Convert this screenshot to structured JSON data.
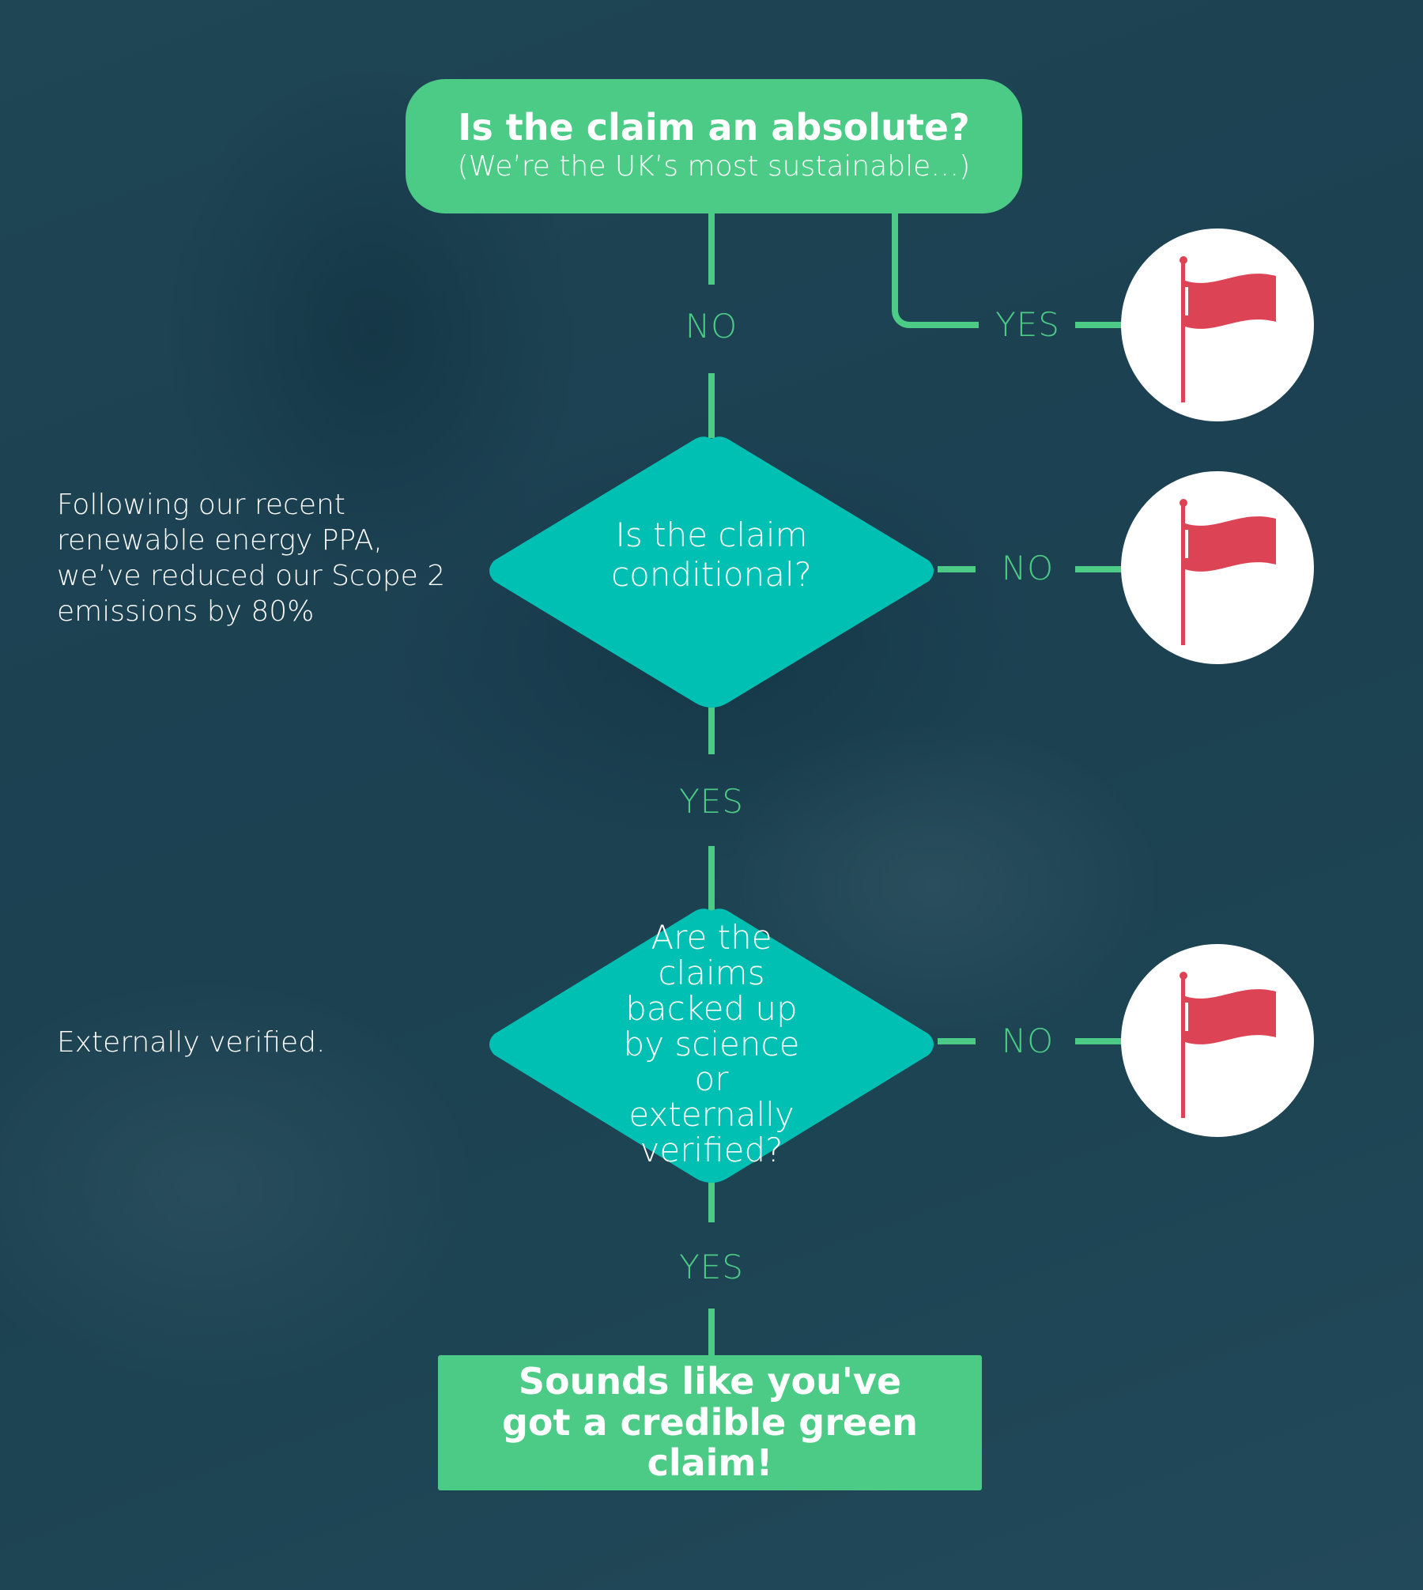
{
  "colors": {
    "background": "#1f4655",
    "connector": "#4ccb86",
    "box_green": "#4ccb86",
    "diamond_teal": "#00bfb3",
    "flag_red": "#dc4455",
    "flag_circle": "#ffffff",
    "text": "#ffffff"
  },
  "start_box": {
    "title": "Is the claim an absolute?",
    "subtitle": "(We’re the UK’s most sustainable…)"
  },
  "decisions": [
    {
      "question": "Is the claim conditional?",
      "example": "Following our recent renewable energy PPA, we’ve reduced our Scope 2 emissions by 80%"
    },
    {
      "question": "Are the claims backed up by science or externally verified?",
      "example": "Externally verified."
    }
  ],
  "edges": {
    "start_no": "NO",
    "start_yes": "YES",
    "decision1_no": "NO",
    "decision1_yes": "YES",
    "decision2_no": "NO",
    "decision2_yes": "YES"
  },
  "red_flags": [
    {
      "icon": "red-flag-icon",
      "trigger": "YES"
    },
    {
      "icon": "red-flag-icon",
      "trigger": "NO"
    },
    {
      "icon": "red-flag-icon",
      "trigger": "NO"
    }
  ],
  "end_box": {
    "text": "Sounds like you've got a credible green claim!"
  }
}
